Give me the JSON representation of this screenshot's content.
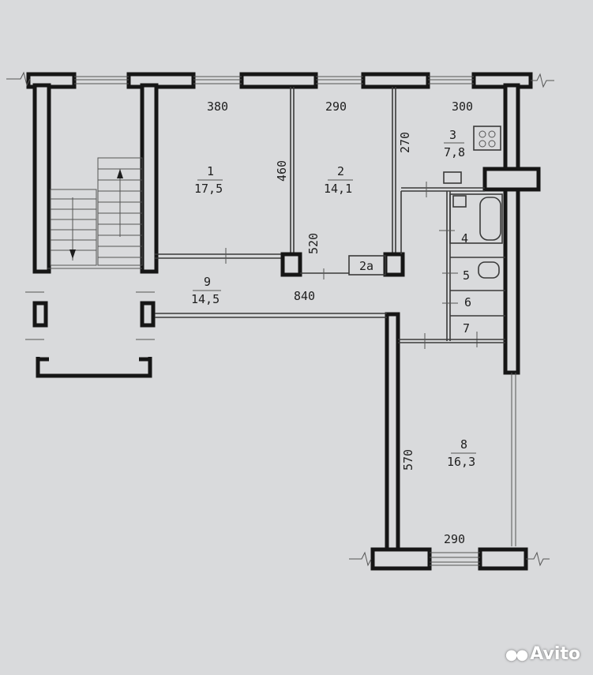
{
  "rooms": [
    {
      "id": "1",
      "area": "17,5"
    },
    {
      "id": "2",
      "area": "14,1"
    },
    {
      "id": "2a",
      "area": ""
    },
    {
      "id": "3",
      "area": "7,8"
    },
    {
      "id": "4",
      "area": ""
    },
    {
      "id": "5",
      "area": ""
    },
    {
      "id": "6",
      "area": ""
    },
    {
      "id": "7",
      "area": ""
    },
    {
      "id": "8",
      "area": "16,3"
    },
    {
      "id": "9",
      "area": "14,5"
    }
  ],
  "dimensions": {
    "room1_width": "380",
    "room2_width": "290",
    "room3_width": "300",
    "room1_depth": "460",
    "room3_depth": "270",
    "room2_depth": "520",
    "hall_length": "840",
    "room8_depth": "570",
    "room8_width": "290"
  },
  "room_labels": {
    "r2a": "2a"
  },
  "watermark": {
    "brand": "Avito"
  },
  "colors": {
    "paper": "#d9dadc",
    "wall": "#161616"
  }
}
